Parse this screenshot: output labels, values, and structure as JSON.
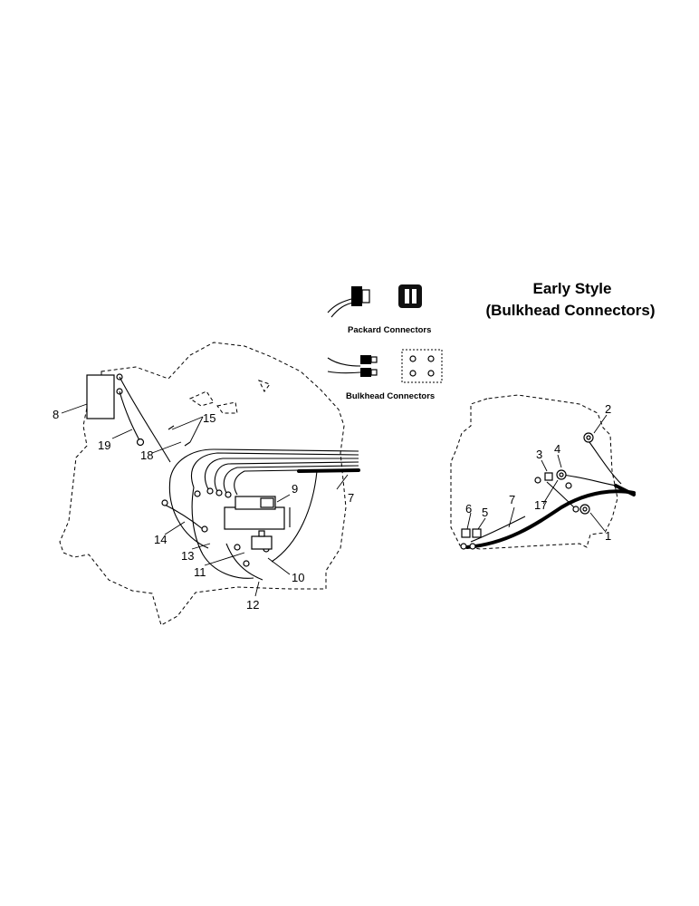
{
  "title": {
    "line1": "Early Style",
    "line2": "(Bulkhead Connectors)"
  },
  "legend": {
    "packard": "Packard Connectors",
    "bulkhead": "Bulkhead Connectors"
  },
  "left_view_callouts": [
    "7",
    "8",
    "9",
    "10",
    "11",
    "12",
    "13",
    "14",
    "15",
    "18",
    "19"
  ],
  "right_view_callouts": [
    "1",
    "2",
    "3",
    "4",
    "5",
    "6",
    "7",
    "17"
  ]
}
